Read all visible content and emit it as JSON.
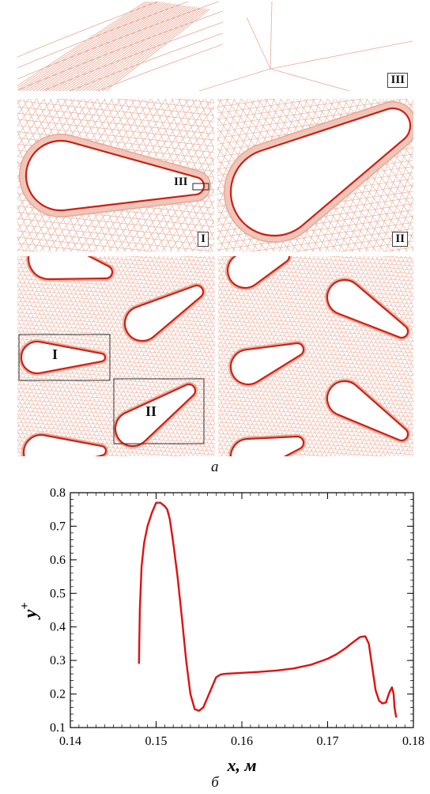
{
  "figure": {
    "panel_a": {
      "caption": "а",
      "labels": {
        "zoom_iii": "III",
        "zoom_i": "I",
        "zoom_ii": "II",
        "box_iii": "III",
        "box_i": "I",
        "box_ii": "II"
      }
    },
    "panel_b": {
      "caption": "б"
    }
  },
  "colors": {
    "mesh": "#e8a896",
    "boundary": "#cc1f12",
    "curve": "#e01010",
    "axes": "#000000"
  },
  "chart_data": {
    "type": "line",
    "title": "",
    "xlabel": "x, м",
    "ylabel": "y+",
    "xlim": [
      0.14,
      0.18
    ],
    "ylim": [
      0.1,
      0.8
    ],
    "xticks": [
      "0.14",
      "0.15",
      "0.16",
      "0.17",
      "0.18"
    ],
    "yticks": [
      "0.1",
      "0.2",
      "0.3",
      "0.4",
      "0.5",
      "0.6",
      "0.7",
      "0.8"
    ],
    "grid": false,
    "series": [
      {
        "x": [
          0.148,
          0.1481,
          0.1483,
          0.1486,
          0.149,
          0.1495,
          0.15,
          0.1505,
          0.151,
          0.1513,
          0.1516,
          0.152,
          0.1525,
          0.153,
          0.1535,
          0.154,
          0.1545,
          0.155,
          0.1555,
          0.156,
          0.1565,
          0.157,
          0.1575,
          0.158,
          0.16,
          0.162,
          0.164,
          0.166,
          0.168,
          0.17,
          0.171,
          0.172,
          0.173,
          0.1738,
          0.1744,
          0.1748,
          0.1752,
          0.1756,
          0.176,
          0.1764,
          0.1768,
          0.1772,
          0.1775,
          0.1777,
          0.1778,
          0.178
        ],
        "y": [
          0.29,
          0.45,
          0.58,
          0.65,
          0.7,
          0.74,
          0.77,
          0.77,
          0.76,
          0.75,
          0.72,
          0.65,
          0.55,
          0.43,
          0.3,
          0.2,
          0.155,
          0.15,
          0.16,
          0.19,
          0.22,
          0.25,
          0.258,
          0.26,
          0.263,
          0.266,
          0.27,
          0.276,
          0.287,
          0.305,
          0.318,
          0.335,
          0.355,
          0.37,
          0.372,
          0.35,
          0.28,
          0.21,
          0.18,
          0.172,
          0.175,
          0.205,
          0.22,
          0.2,
          0.16,
          0.13
        ]
      }
    ]
  }
}
